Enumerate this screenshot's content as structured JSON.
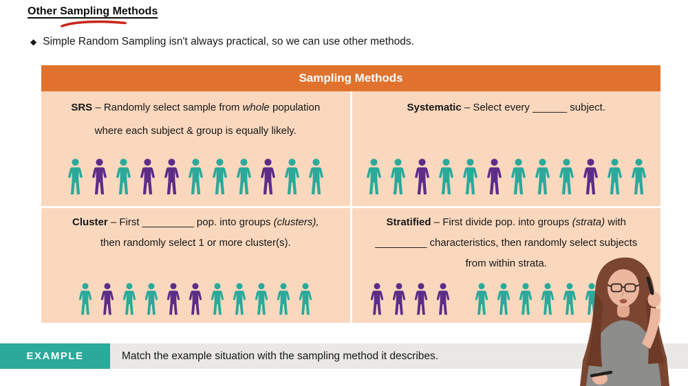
{
  "colors": {
    "header_bg": "#E0722E",
    "table_bg": "#FAD8BE",
    "teal": "#2BA99B",
    "purple": "#5C2D87",
    "example_bg": "#2BA99B",
    "bar_bg": "#E9E8E5",
    "swoosh": "#C8271C"
  },
  "title": "Other Sampling Methods",
  "bullet": {
    "icon": "◆",
    "text": "Simple Random Sampling isn't always practical, so we can use other methods."
  },
  "table": {
    "header": "Sampling Methods",
    "srs": {
      "term": "SRS",
      "t1": " – Randomly select sample from ",
      "em": "whole",
      "t2": " population",
      "line2": "where each subject & group is equally likely.",
      "people": [
        "teal",
        "purple",
        "teal",
        "purple",
        "purple",
        "teal",
        "teal",
        "teal",
        "purple",
        "teal",
        "teal"
      ]
    },
    "systematic": {
      "term": "Systematic",
      "t1": " – Select every ______ subject.",
      "people": [
        "teal",
        "teal",
        "purple",
        "teal",
        "teal",
        "purple",
        "teal",
        "teal",
        "teal",
        "purple",
        "teal",
        "teal"
      ]
    },
    "cluster": {
      "term": "Cluster",
      "t1": " – First _________ pop. into groups ",
      "em": "(clusters),",
      "line2": "then randomly select 1 or more cluster(s).",
      "people": [
        "teal",
        "purple",
        "teal",
        "teal",
        "purple",
        "purple",
        "teal",
        "teal",
        "teal",
        "teal",
        "teal"
      ]
    },
    "stratified": {
      "term": "Stratified",
      "t1": " – First divide pop. into groups ",
      "em": "(strata)",
      "t2": " with",
      "line2": "_________ characteristics, then randomly select subjects",
      "line3": "from within strata.",
      "people": [
        "purple",
        "purple",
        "purple",
        "purple",
        "gap",
        "teal",
        "teal",
        "teal",
        "teal",
        "teal",
        "teal",
        "teal",
        "teal"
      ]
    }
  },
  "example": {
    "label": "EXAMPLE",
    "text": "Match the example situation with the sampling method it describes."
  }
}
